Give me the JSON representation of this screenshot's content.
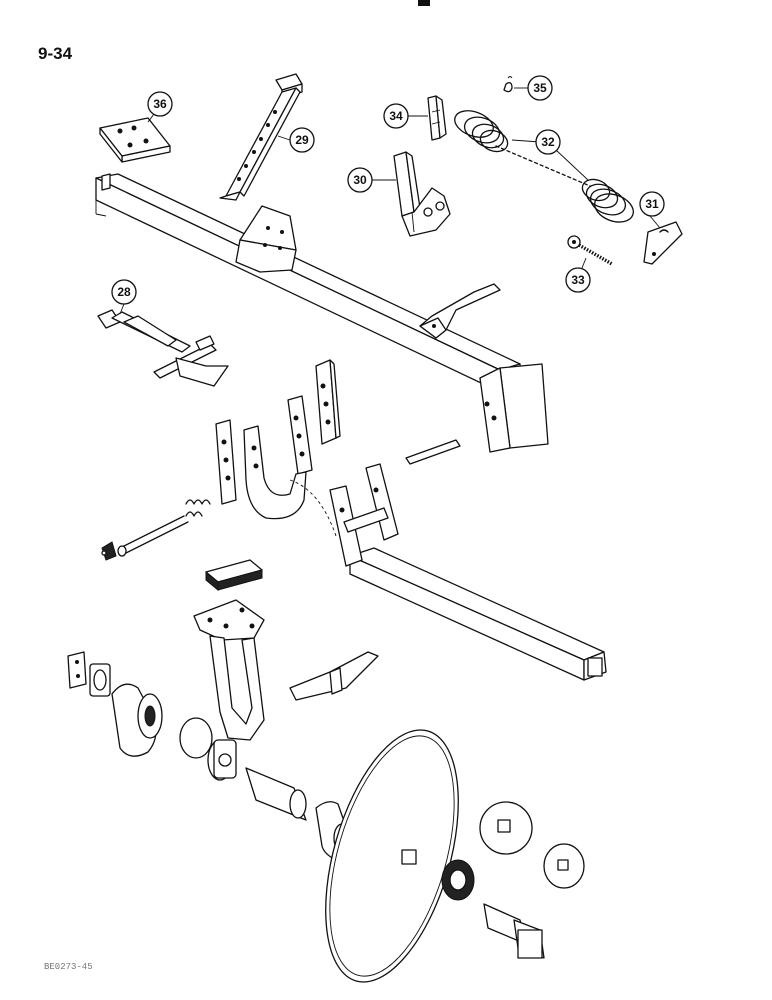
{
  "page": {
    "number": "9-34",
    "footer_code": "BE0273-45"
  },
  "callouts": [
    {
      "id": "c28",
      "label": "28"
    },
    {
      "id": "c29",
      "label": "29"
    },
    {
      "id": "c30",
      "label": "30"
    },
    {
      "id": "c31",
      "label": "31"
    },
    {
      "id": "c32",
      "label": "32"
    },
    {
      "id": "c33",
      "label": "33"
    },
    {
      "id": "c34",
      "label": "34"
    },
    {
      "id": "c35",
      "label": "35"
    },
    {
      "id": "c36",
      "label": "36"
    }
  ]
}
